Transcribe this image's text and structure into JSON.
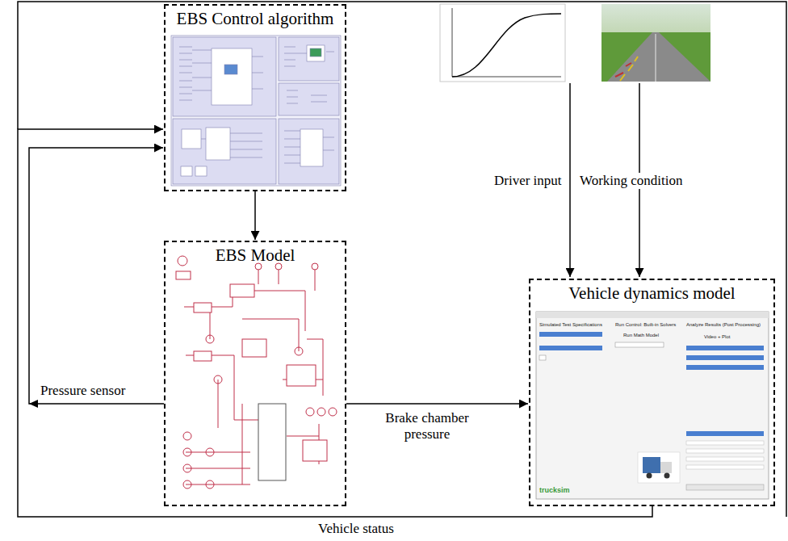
{
  "diagram": {
    "nodes": [
      {
        "text": [
          "EBS Control algorithm"
        ]
      },
      {
        "text": [
          "EBS Model"
        ]
      },
      {
        "text": [
          "Vehicle dynamics model"
        ]
      }
    ],
    "edges": [
      {
        "from": 0,
        "to": 1,
        "arrow": "to"
      },
      {
        "from": 1,
        "to": 2,
        "label": "Brake chamber pressure",
        "arrow": "to"
      },
      {
        "from": 1,
        "to": 0,
        "label": "Pressure sensor",
        "arrow": "to"
      },
      {
        "from": 2,
        "to": 0,
        "label": "Vehicle status",
        "arrow": "to"
      }
    ],
    "labels": [
      "Driver input",
      "Working condition",
      "Simulated Test Specifications",
      "Run Control: Built-in Solvers",
      "Analyze Results (Post Processing)",
      "Run Math Model",
      "Video + Plot",
      "trucksim"
    ]
  }
}
